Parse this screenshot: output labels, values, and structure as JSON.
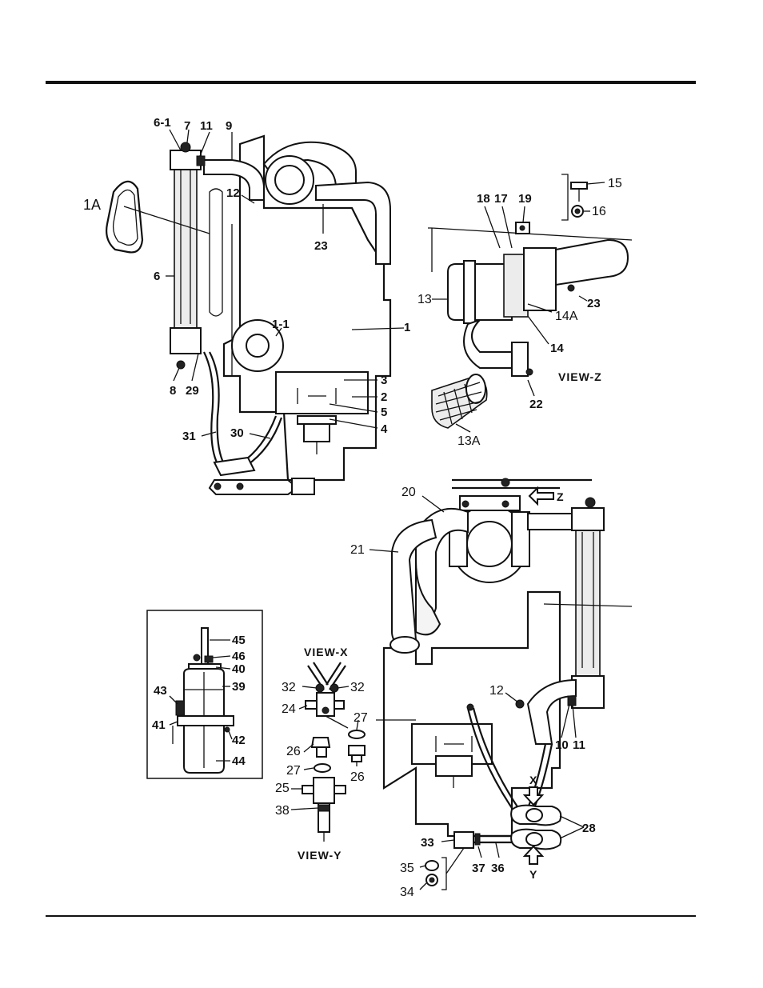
{
  "callouts": {
    "top": [
      "6-1",
      "7",
      "11",
      "9",
      "1A",
      "12",
      "23",
      "6",
      "1-1",
      "1",
      "8",
      "29",
      "3",
      "2",
      "5",
      "4",
      "31",
      "30"
    ],
    "view_z": [
      "18",
      "17",
      "19",
      "15",
      "16",
      "13",
      "23",
      "14A",
      "14",
      "22",
      "13A"
    ],
    "bottom": [
      "20",
      "21",
      "12",
      "10",
      "11",
      "28",
      "33",
      "37",
      "36",
      "35",
      "34"
    ],
    "view_x": [
      "32",
      "32",
      "24",
      "27",
      "26",
      "27",
      "26",
      "25",
      "38"
    ],
    "inset": [
      "45",
      "46",
      "40",
      "39",
      "43",
      "41",
      "42",
      "44"
    ]
  },
  "views": {
    "z": "VIEW-Z",
    "x": "VIEW-X",
    "y": "VIEW-Y"
  },
  "arrows": {
    "z": "Z",
    "x": "X",
    "y": "Y"
  }
}
